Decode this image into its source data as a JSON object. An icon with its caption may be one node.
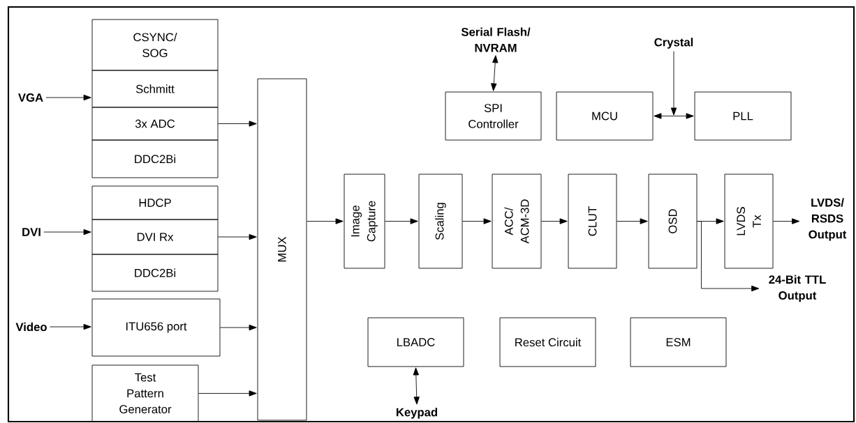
{
  "diagram": {
    "nodes": [
      {
        "text": [
          "VGA"
        ]
      },
      {
        "text": [
          "CSYNC/ SOG"
        ]
      },
      {
        "text": [
          "Schmitt"
        ]
      },
      {
        "text": [
          "3x ADC"
        ]
      },
      {
        "text": [
          "DDC2Bi"
        ]
      },
      {
        "text": [
          "HDCP"
        ]
      },
      {
        "text": [
          "DVI Rx"
        ]
      },
      {
        "text": [
          "DDC2Bi"
        ]
      },
      {
        "text": [
          "DVI"
        ]
      },
      {
        "text": [
          "ITU656 port"
        ]
      },
      {
        "text": [
          "Video"
        ]
      },
      {
        "text": [
          "Test Pattern Generator"
        ]
      },
      {
        "text": [
          "MUX"
        ]
      },
      {
        "text": [
          "Image Capture"
        ]
      },
      {
        "text": [
          "Scaling"
        ]
      },
      {
        "text": [
          "ACC/ ACM-3D"
        ]
      },
      {
        "text": [
          "CLUT"
        ]
      },
      {
        "text": [
          "OSD"
        ]
      },
      {
        "text": [
          "LVDS Tx"
        ]
      },
      {
        "text": [
          "LVDS/ RSDS Output"
        ]
      },
      {
        "text": [
          "24-Bit TTL Output"
        ]
      },
      {
        "text": [
          "Serial Flash/ NVRAM"
        ]
      },
      {
        "text": [
          "SPI Controller"
        ]
      },
      {
        "text": [
          "MCU"
        ]
      },
      {
        "text": [
          "PLL"
        ]
      },
      {
        "text": [
          "Crystal"
        ]
      },
      {
        "text": [
          "LBADC"
        ]
      },
      {
        "text": [
          "Reset Circuit"
        ]
      },
      {
        "text": [
          "ESM"
        ]
      },
      {
        "text": [
          "Keypad"
        ]
      }
    ],
    "edges": [
      {
        "from": 0,
        "to": 2,
        "arrow": "to"
      },
      {
        "from": 3,
        "to": 12,
        "arrow": "to"
      },
      {
        "from": 8,
        "to": 6,
        "arrow": "to"
      },
      {
        "from": 6,
        "to": 12,
        "arrow": "to"
      },
      {
        "from": 10,
        "to": 9,
        "arrow": "to"
      },
      {
        "from": 9,
        "to": 12,
        "arrow": "to"
      },
      {
        "from": 11,
        "to": 12,
        "arrow": "to"
      },
      {
        "from": 12,
        "to": 13,
        "arrow": "to"
      },
      {
        "from": 13,
        "to": 14,
        "arrow": "to"
      },
      {
        "from": 14,
        "to": 15,
        "arrow": "to"
      },
      {
        "from": 15,
        "to": 16,
        "arrow": "to"
      },
      {
        "from": 16,
        "to": 17,
        "arrow": "to"
      },
      {
        "from": 17,
        "to": 18,
        "arrow": "to"
      },
      {
        "from": 17,
        "to": 20,
        "arrow": "to"
      },
      {
        "from": 18,
        "to": 19,
        "arrow": "to"
      },
      {
        "from": 21,
        "to": 22,
        "arrow": "both"
      },
      {
        "from": 23,
        "to": 24,
        "arrow": "both"
      },
      {
        "from": 25,
        "to": null,
        "arrow": "to"
      },
      {
        "from": 29,
        "to": 26,
        "arrow": "both"
      }
    ]
  }
}
